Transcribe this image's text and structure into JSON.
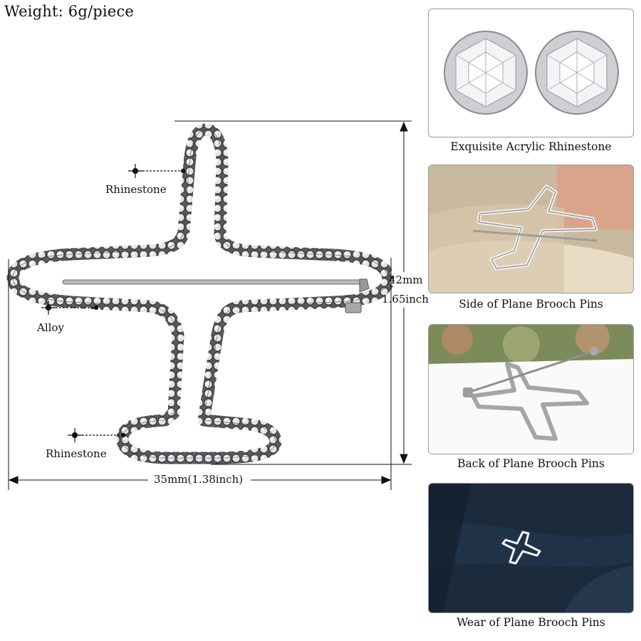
{
  "weight_label": "Weight: 6g/piece",
  "callouts": {
    "rhinestone_top": "Rhinestone",
    "alloy": "Alloy",
    "rhinestone_bottom": "Rhinestone"
  },
  "dimensions": {
    "height_mm": "42mm",
    "height_inch": "1.65inch",
    "width": "35mm(1.38inch)"
  },
  "panels": [
    {
      "caption": "Exquisite Acrylic Rhinestone"
    },
    {
      "caption": "Side of Plane Brooch Pins"
    },
    {
      "caption": "Back of Plane Brooch Pins"
    },
    {
      "caption": "Wear of Plane Brooch Pins"
    }
  ],
  "colors": {
    "rhinestone": "#d9d9dc",
    "alloy": "#8a8a8e",
    "fabric": "#1c2b3c"
  }
}
